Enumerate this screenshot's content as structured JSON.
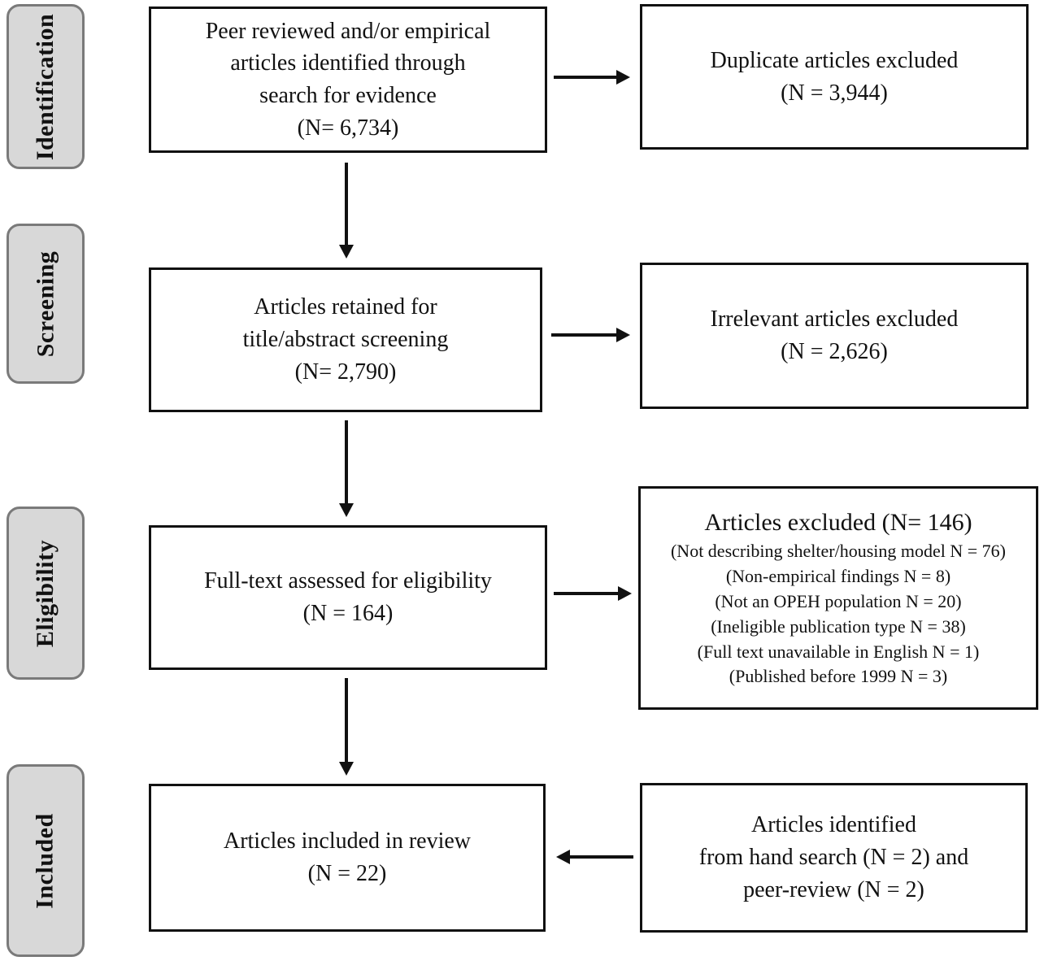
{
  "diagram_type": "prisma-flow",
  "stages": [
    {
      "id": "identification",
      "label": "Identification"
    },
    {
      "id": "screening",
      "label": "Screening"
    },
    {
      "id": "eligibility",
      "label": "Eligibility"
    },
    {
      "id": "included",
      "label": "Included"
    }
  ],
  "main_boxes": [
    {
      "id": "identified",
      "lines": [
        "Peer reviewed and/or empirical",
        "articles identified through",
        "search for evidence",
        "(N= 6,734)"
      ]
    },
    {
      "id": "retained-screening",
      "lines": [
        "Articles retained for",
        "title/abstract screening",
        "(N= 2,790)"
      ]
    },
    {
      "id": "fulltext-assessed",
      "lines": [
        "Full-text assessed for eligibility",
        "(N = 164)"
      ]
    },
    {
      "id": "included-review",
      "lines": [
        "Articles included in review",
        "(N = 22)"
      ]
    }
  ],
  "side_boxes": [
    {
      "id": "duplicates-excluded",
      "lines": [
        "Duplicate articles excluded",
        "(N = 3,944)"
      ]
    },
    {
      "id": "irrelevant-excluded",
      "lines": [
        "Irrelevant articles excluded",
        "(N = 2,626)"
      ]
    },
    {
      "id": "fulltext-excluded",
      "title": "Articles excluded (N= 146)",
      "reasons": [
        "(Not describing shelter/housing model N = 76)",
        "(Non-empirical findings N = 8)",
        "(Not an OPEH population N = 20)",
        "(Ineligible publication type N = 38)",
        "(Full text unavailable in English N = 1)",
        "(Published before 1999 N = 3)"
      ]
    },
    {
      "id": "hand-search",
      "lines": [
        "Articles identified",
        "from hand search (N = 2) and",
        "peer-review (N = 2)"
      ]
    }
  ],
  "colors": {
    "background": "#ffffff",
    "box_border": "#111111",
    "stage_fill": "#d8d8d8",
    "stage_border": "#7a7a7a",
    "arrow": "#111111",
    "text": "#111111"
  }
}
